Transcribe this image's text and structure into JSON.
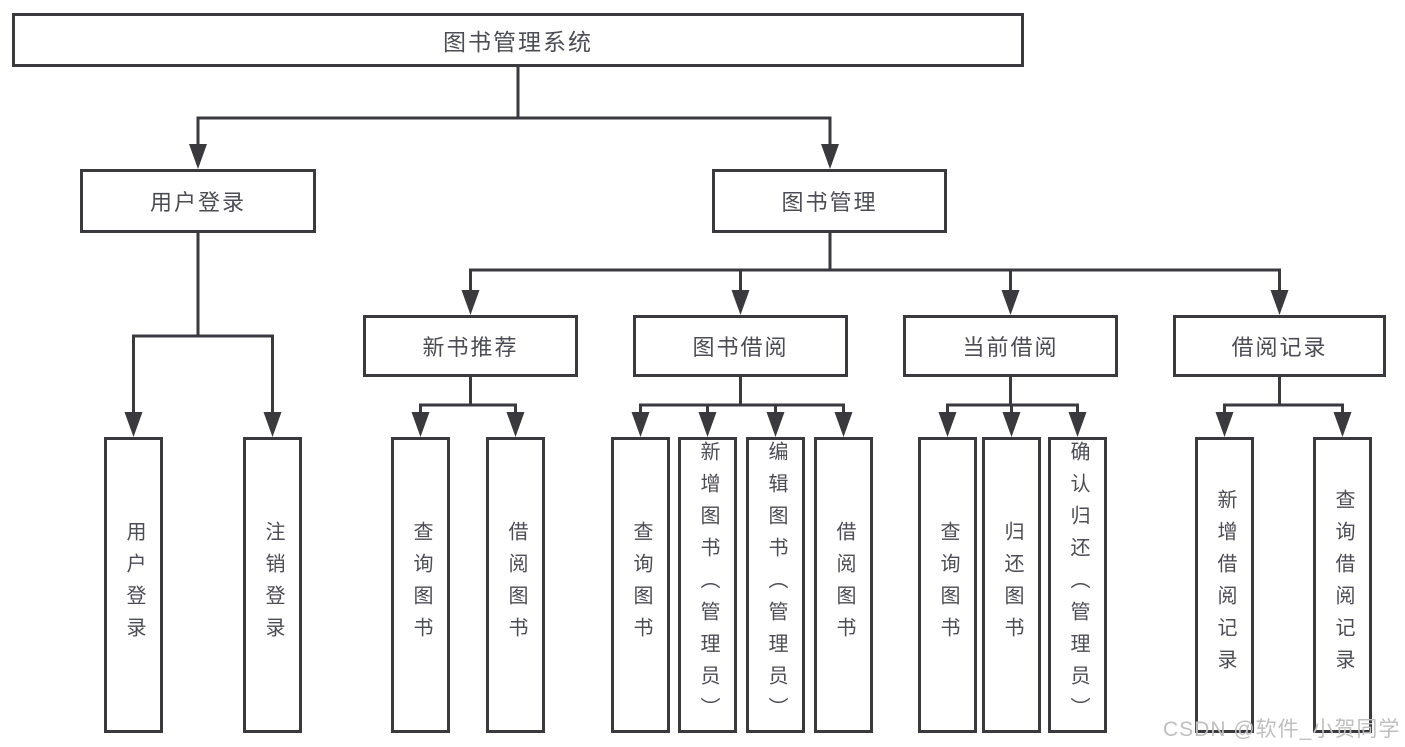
{
  "title": "图书管理系统",
  "user_login": {
    "label": "用户登录",
    "children": [
      "用户登录",
      "注销登录"
    ]
  },
  "book_mgmt": {
    "label": "图书管理"
  },
  "new_book": {
    "label": "新书推荐",
    "children": [
      "查询图书",
      "借阅图书"
    ]
  },
  "borrow": {
    "label": "图书借阅",
    "children": [
      "查询图书",
      "新增图书（管理员）",
      "编辑图书（管理员）",
      "借阅图书"
    ]
  },
  "current": {
    "label": "当前借阅",
    "children": [
      "查询图书",
      "归还图书",
      "确认归还（管理员）"
    ]
  },
  "records": {
    "label": "借阅记录",
    "children": [
      "新增借阅记录",
      "查询借阅记录"
    ]
  },
  "watermark": "CSDN @软件_小贺同学",
  "colors": {
    "line": "#3a3a3e",
    "text": "#4c4d54",
    "watermark": "#bfbfbf",
    "background": "#ffffff"
  }
}
